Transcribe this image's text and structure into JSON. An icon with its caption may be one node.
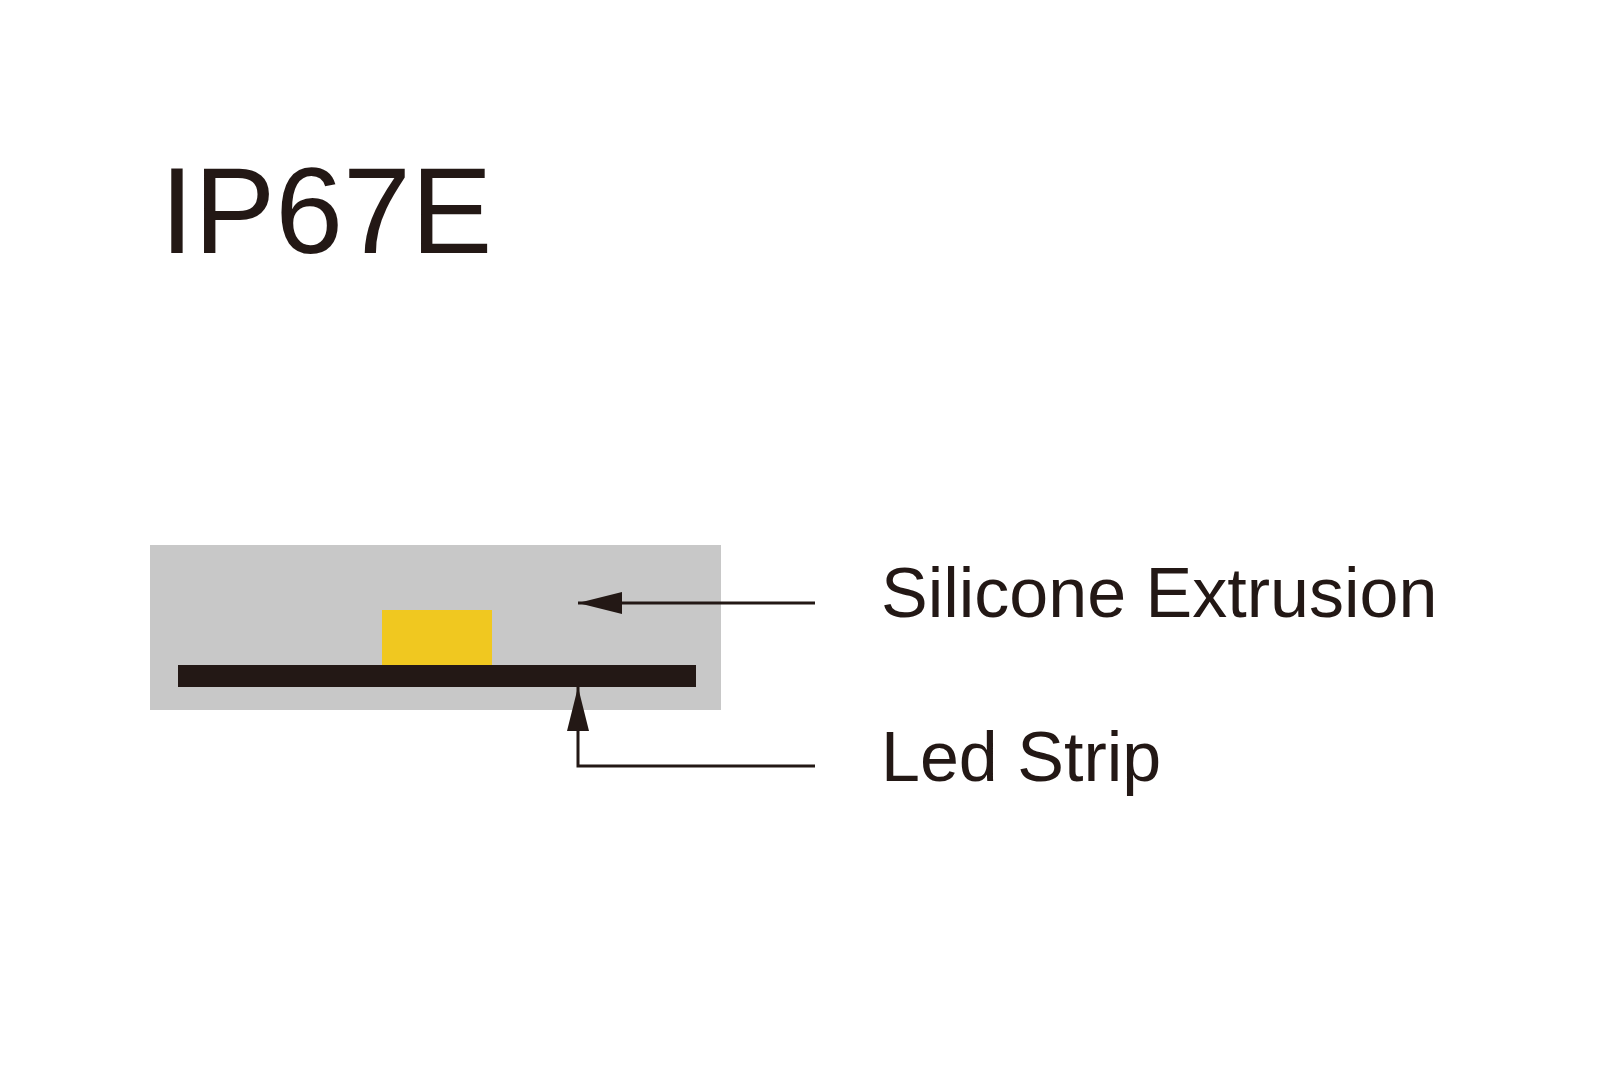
{
  "diagram": {
    "title": "IP67E",
    "nodes": [
      {
        "text": [
          "Silicone Extrusion"
        ]
      },
      {
        "text": [
          "Led Strip"
        ]
      },
      {
        "text": [],
        "shape": "box"
      },
      {
        "text": [],
        "shape": "box",
        "in": 2
      },
      {
        "text": [],
        "shape": "bar",
        "in": 2
      }
    ],
    "edges": [
      {
        "from": 0,
        "to": 2,
        "arrow": "to"
      },
      {
        "from": 1,
        "to": 4,
        "arrow": "to"
      }
    ]
  }
}
